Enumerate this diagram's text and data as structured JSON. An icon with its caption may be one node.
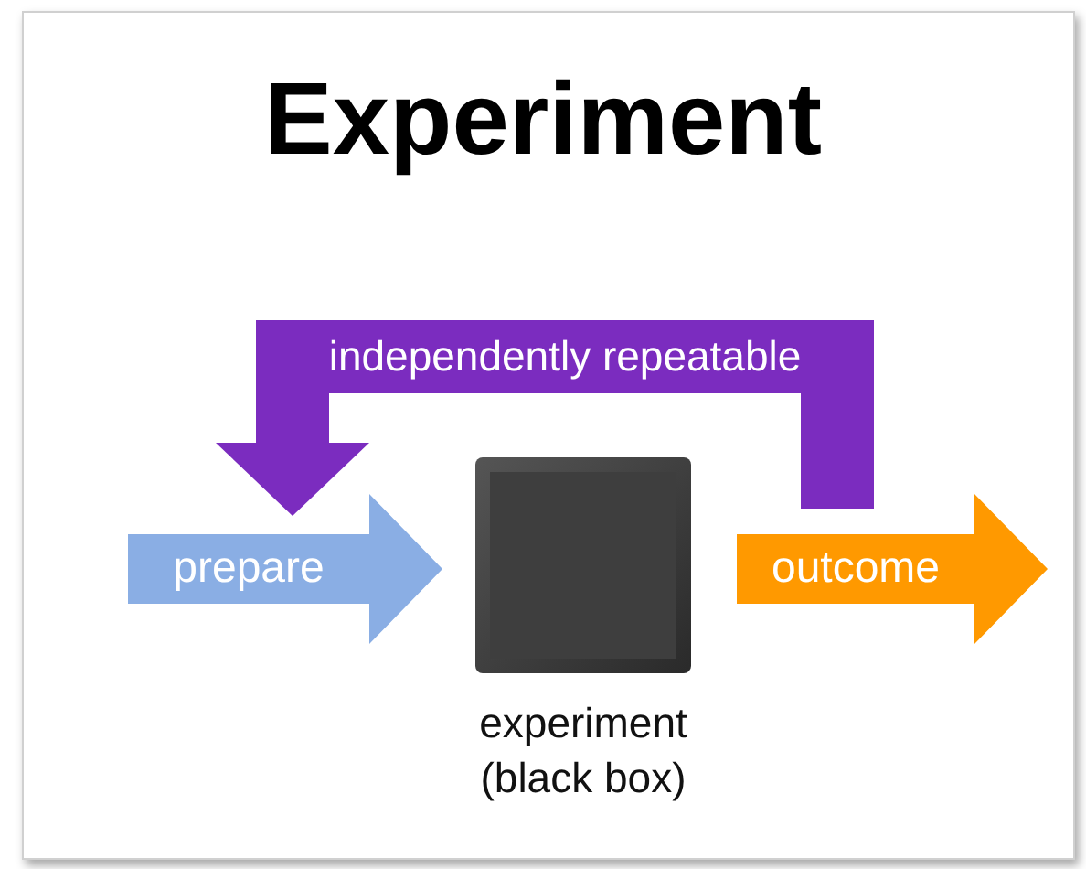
{
  "diagram": {
    "title": "Experiment",
    "nodes": [
      {
        "text": [
          "prepare"
        ]
      },
      {
        "text": [],
        "shape": "box",
        "beside": [
          "experiment (black box)"
        ]
      },
      {
        "text": [
          "outcome"
        ]
      }
    ],
    "edges": [
      {
        "from": 2,
        "to": 0,
        "arrow": "to",
        "label": "independently repeatable",
        "color": "#7b2cbf"
      }
    ]
  }
}
